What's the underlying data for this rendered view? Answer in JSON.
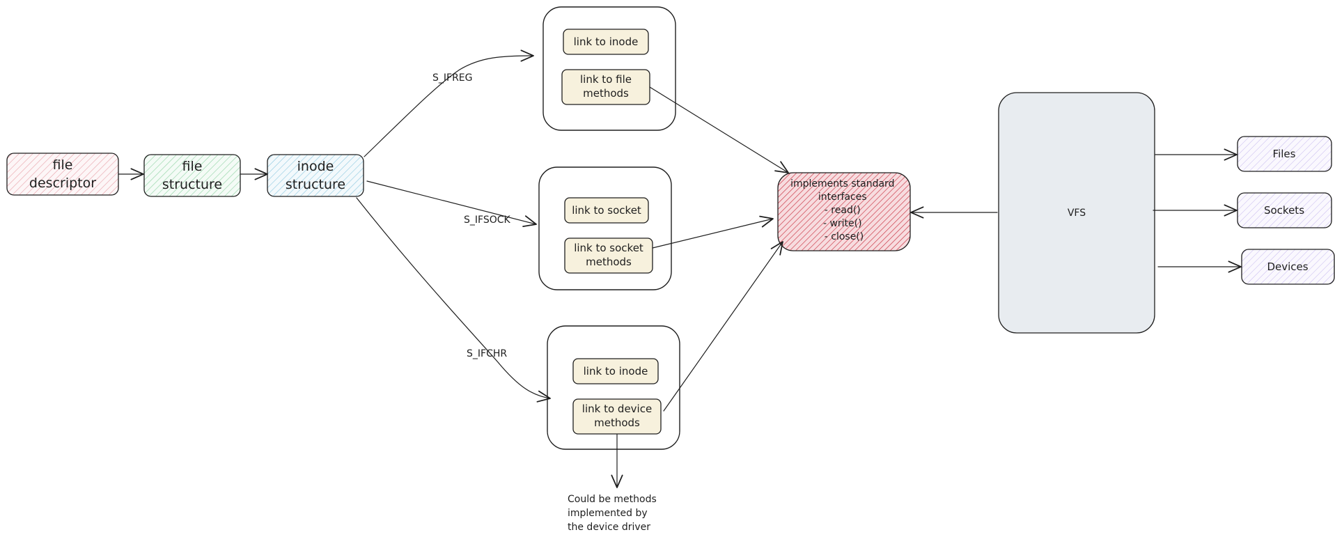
{
  "colors": {
    "stroke": "#1e1e1e",
    "pink": "#e8a0a8",
    "green": "#8fd3a3",
    "blue": "#8cc8e0",
    "yellow": "#f7f1dd",
    "red": "#c9303f",
    "purple": "#b7a6e6",
    "vfs_fill": "#e8ecf0"
  },
  "nodes": {
    "file_descriptor": [
      "file",
      "descriptor"
    ],
    "file_structure": [
      "file",
      "structure"
    ],
    "inode_structure": [
      "inode",
      "structure"
    ],
    "reg_link_inode": [
      "link to inode"
    ],
    "reg_link_methods": [
      "link to file",
      "methods"
    ],
    "sock_link_socket": [
      "link to socket"
    ],
    "sock_link_methods": [
      "link to socket",
      "methods"
    ],
    "chr_link_inode": [
      "link to inode"
    ],
    "chr_link_methods": [
      "link to device",
      "methods"
    ],
    "interfaces": [
      "implements standard",
      "interfaces",
      "- read()",
      "- write()",
      "- close()"
    ],
    "vfs": [
      "VFS"
    ],
    "files": [
      "Files"
    ],
    "sockets": [
      "Sockets"
    ],
    "devices": [
      "Devices"
    ]
  },
  "edge_labels": {
    "s_ifreg": "S_IFREG",
    "s_ifsock": "S_IFSOCK",
    "s_ifchr": "S_IFCHR"
  },
  "note": [
    "Could be methods",
    "implemented by",
    "the device driver"
  ]
}
